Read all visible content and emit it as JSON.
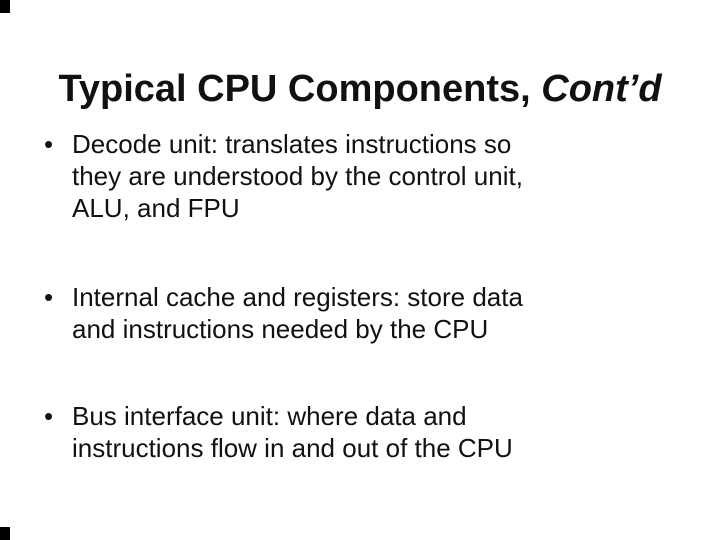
{
  "slide": {
    "title": {
      "regular": "Typical CPU Components, ",
      "italic": "Cont’d"
    },
    "bullet_char": "•",
    "bullets": [
      {
        "lines": [
          "Decode unit: translates instructions so",
          "they are understood by the control unit,",
          "ALU, and FPU"
        ]
      },
      {
        "lines": [
          "Internal cache and registers: store data",
          "and instructions needed by the CPU"
        ]
      },
      {
        "lines": [
          "Bus interface unit: where data and",
          "instructions flow in and out of the CPU"
        ]
      }
    ],
    "colors": {
      "text": "#111111",
      "background": "#ffffff",
      "corner_mark": "#000000"
    }
  }
}
